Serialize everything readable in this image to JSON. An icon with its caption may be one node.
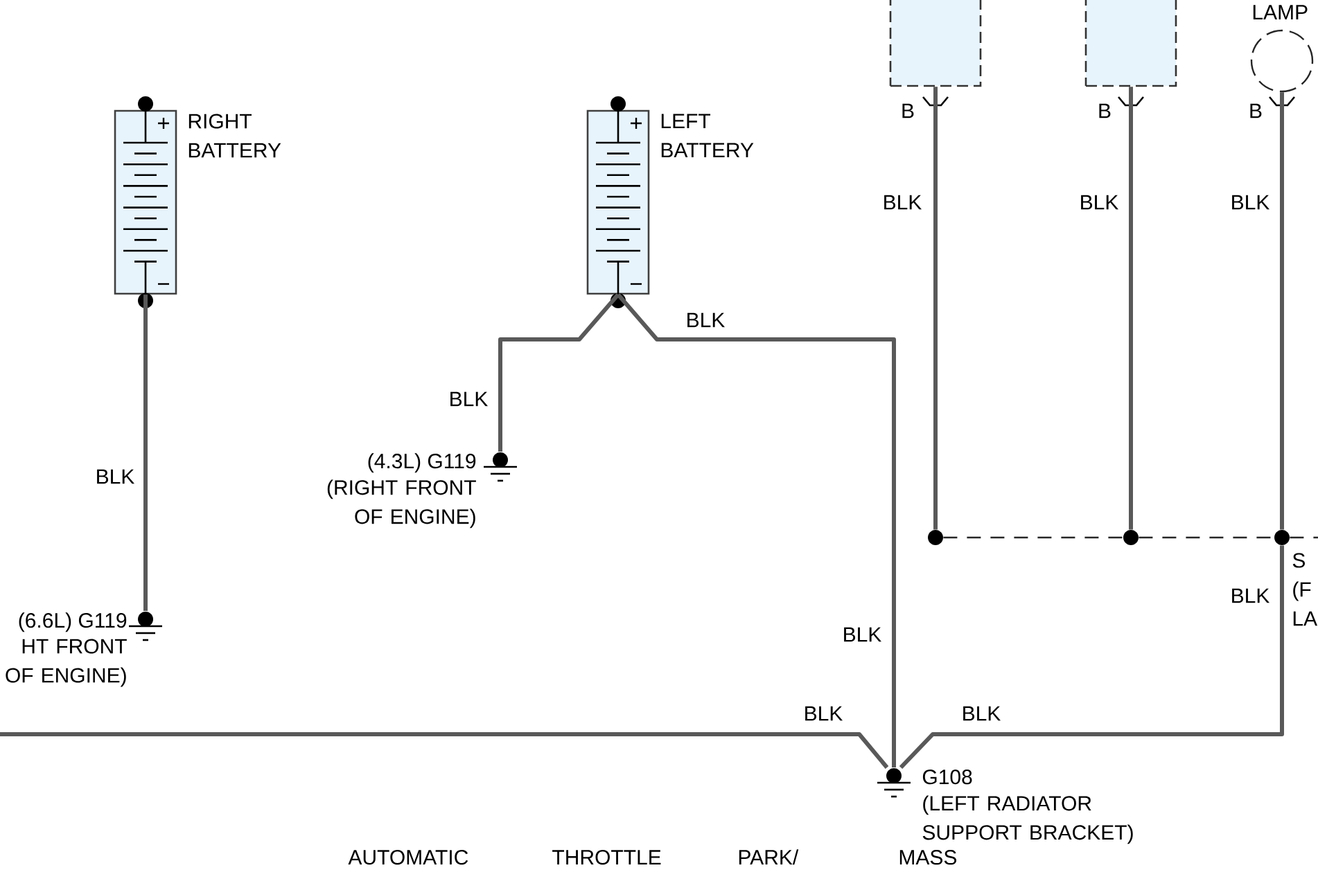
{
  "diagram": {
    "nodes": [
      {
        "text": [
          "RIGHT BATTERY"
        ]
      },
      {
        "text": [
          "LEFT BATTERY"
        ]
      },
      {
        "text": [
          "(6.6L) G119",
          "HT FRONT OF ENGINE)"
        ]
      },
      {
        "text": [
          "(4.3L) G119",
          "(RIGHT FRONT OF ENGINE)"
        ]
      },
      {
        "text": [
          "G108",
          "(LEFT RADIATOR SUPPORT BRACKET)"
        ]
      },
      {
        "text": [],
        "shape": "box"
      },
      {
        "text": [],
        "shape": "box"
      },
      {
        "text": [
          "LAMP"
        ]
      },
      {
        "text": [],
        "shape": "circle"
      },
      {
        "text": [],
        "shape": "circle"
      },
      {
        "text": [],
        "shape": "circle",
        "beside": [
          "S (F LA"
        ]
      }
    ],
    "edges": [
      {
        "from": 0,
        "to": 2,
        "arrow": "none",
        "label": "BLK"
      },
      {
        "from": 1,
        "to": 3,
        "arrow": "none",
        "label": "BLK"
      },
      {
        "from": 1,
        "to": 4,
        "arrow": "none",
        "label": "BLK"
      },
      {
        "from": 5,
        "to": 8,
        "arrow": "none",
        "label": "BLK"
      },
      {
        "from": 6,
        "to": 9,
        "arrow": "none",
        "label": "BLK"
      },
      {
        "from": 7,
        "to": 10,
        "arrow": "none",
        "label": "BLK"
      },
      {
        "from": 8,
        "to": 9,
        "arrow": "none",
        "style": "dashed"
      },
      {
        "from": 9,
        "to": 10,
        "arrow": "none",
        "style": "dashed"
      },
      {
        "from": 10,
        "to": null,
        "arrow": "none",
        "style": "dashed"
      },
      {
        "from": 10,
        "to": 4,
        "arrow": "none",
        "label": "BLK"
      },
      {
        "from": null,
        "to": 4,
        "arrow": "none",
        "label": "BLK"
      }
    ],
    "labels": [
      "B",
      "B",
      "B",
      "BLK",
      "BLK",
      "AUTOMATIC",
      "THROTTLE",
      "PARK/",
      "MASS"
    ]
  }
}
